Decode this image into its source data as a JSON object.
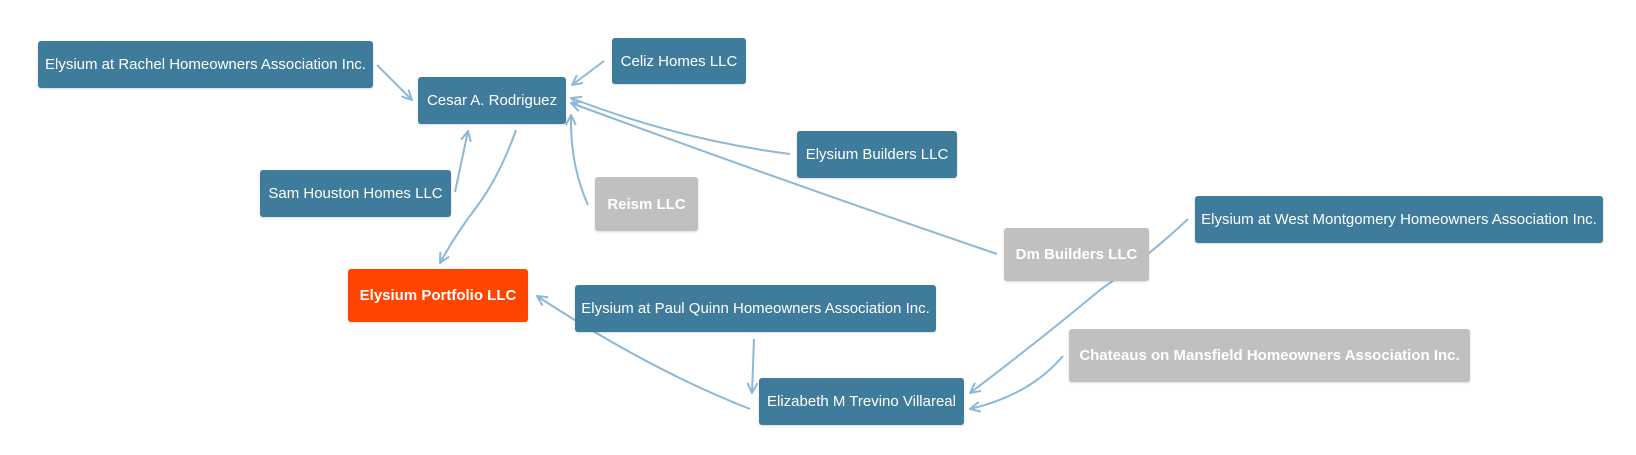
{
  "colors": {
    "node_active": "#3f7c9b",
    "node_inactive": "#c0c0c0",
    "node_focus": "#ff4500",
    "edge": "#8db8d6",
    "text": "#ffffff"
  },
  "nodes": {
    "rachel_hoa": {
      "label": "Elysium at Rachel Homeowners Association Inc.",
      "status": "active"
    },
    "cesar": {
      "label": "Cesar A. Rodriguez",
      "status": "active"
    },
    "celiz": {
      "label": "Celiz Homes LLC",
      "status": "active"
    },
    "elysium_builders": {
      "label": "Elysium Builders LLC",
      "status": "active"
    },
    "sam_houston": {
      "label": "Sam Houston Homes LLC",
      "status": "active"
    },
    "reism": {
      "label": "Reism LLC",
      "status": "inactive"
    },
    "west_montgomery": {
      "label": "Elysium at West Montgomery Homeowners Association Inc.",
      "status": "active"
    },
    "dm_builders": {
      "label": "Dm Builders LLC",
      "status": "inactive"
    },
    "portfolio": {
      "label": "Elysium Portfolio LLC",
      "status": "focus"
    },
    "paul_quinn": {
      "label": "Elysium at Paul Quinn Homeowners Association Inc.",
      "status": "active"
    },
    "chateaus": {
      "label": "Chateaus on Mansfield Homeowners Association Inc.",
      "status": "inactive"
    },
    "elizabeth": {
      "label": "Elizabeth M Trevino Villareal",
      "status": "active"
    }
  },
  "edges": [
    {
      "from": "rachel_hoa",
      "to": "cesar"
    },
    {
      "from": "celiz",
      "to": "cesar"
    },
    {
      "from": "elysium_builders",
      "to": "cesar"
    },
    {
      "from": "sam_houston",
      "to": "cesar"
    },
    {
      "from": "reism",
      "to": "cesar"
    },
    {
      "from": "dm_builders",
      "to": "cesar"
    },
    {
      "from": "cesar",
      "to": "portfolio"
    },
    {
      "from": "elizabeth",
      "to": "portfolio"
    },
    {
      "from": "paul_quinn",
      "to": "elizabeth"
    },
    {
      "from": "west_montgomery",
      "to": "elizabeth"
    },
    {
      "from": "chateaus",
      "to": "elizabeth"
    }
  ]
}
